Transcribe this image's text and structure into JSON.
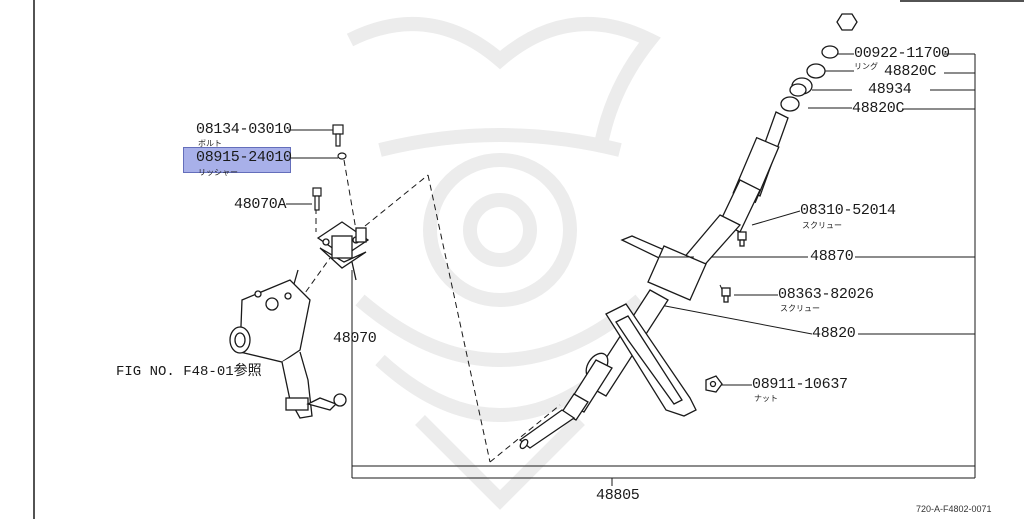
{
  "diagram": {
    "fig_reference": "FIG NO. F48-01参照",
    "drawing_number": "720-A-F4802-0071",
    "parts": [
      {
        "number": "08134-03010",
        "sub": "ボルト"
      },
      {
        "number": "08915-24010",
        "sub": "リッシャー"
      },
      {
        "number": "48070A",
        "sub": ""
      },
      {
        "number": "48070",
        "sub": ""
      },
      {
        "number": "00922-11700",
        "sub": "リング"
      },
      {
        "number": "48820C",
        "sub": ""
      },
      {
        "number": "48934",
        "sub": ""
      },
      {
        "number": "48820C",
        "sub": ""
      },
      {
        "number": "08310-52014",
        "sub": "スクリュー"
      },
      {
        "number": "48870",
        "sub": ""
      },
      {
        "number": "08363-82026",
        "sub": "スクリュー"
      },
      {
        "number": "48820",
        "sub": ""
      },
      {
        "number": "08911-10637",
        "sub": "ナット"
      },
      {
        "number": "48805",
        "sub": ""
      }
    ],
    "highlighted_part": "08915-24010"
  },
  "colors": {
    "highlight": "#9aa3e6",
    "line": "#1a1a1a",
    "watermark": "#e9e9e9"
  }
}
